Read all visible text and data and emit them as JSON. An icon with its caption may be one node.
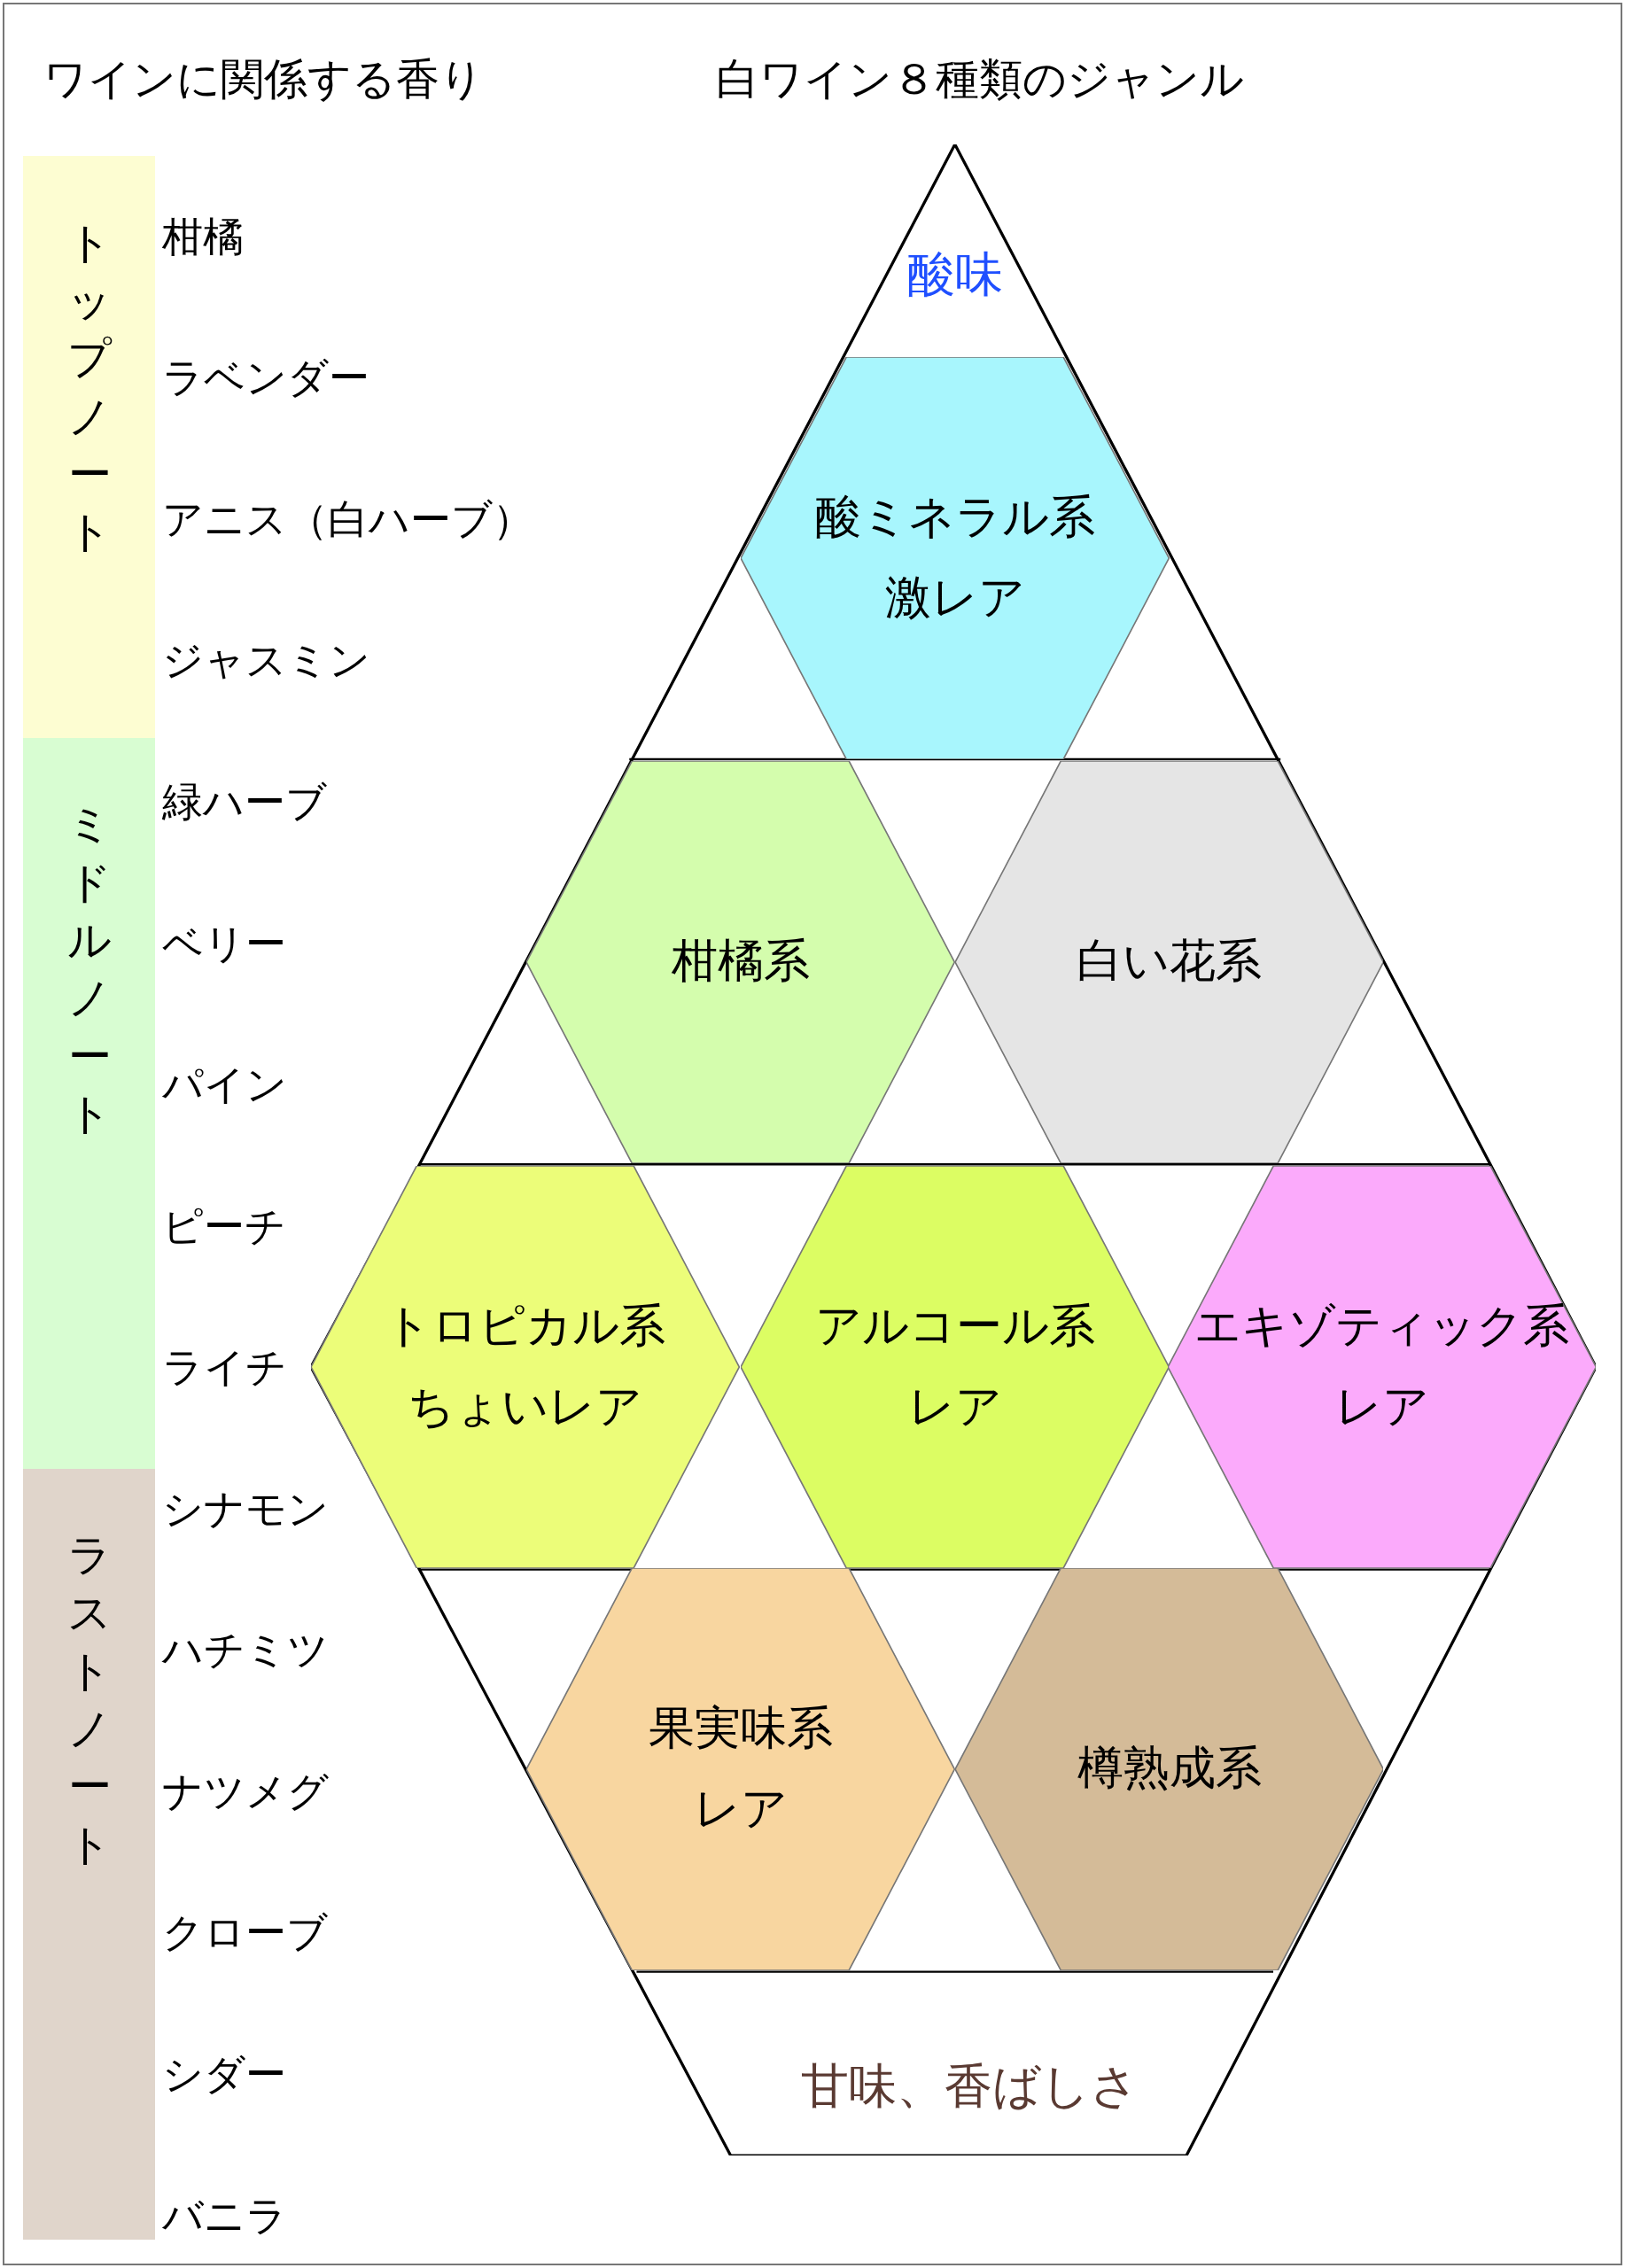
{
  "diagram": {
    "nodes": [
      {
        "text": [
          "トップノート"
        ],
        "beside": [
          "柑橘",
          "ラベンダー",
          "アニス（白ハーブ）",
          "ジャスミン"
        ]
      },
      {
        "text": [
          "ミドルノート"
        ],
        "beside": [
          "緑ハーブ",
          "ベリー",
          "パイン",
          "ピーチ",
          "ライチ"
        ]
      },
      {
        "text": [
          "ラストノート"
        ],
        "beside": [
          "シナモン",
          "ハチミツ",
          "ナツメグ",
          "クローブ",
          "シダー",
          "バニラ"
        ]
      },
      {
        "text": [
          "酸味",
          "甘味、香ばしさ"
        ]
      },
      {
        "text": [
          "酸ミネラル系",
          "激レア"
        ],
        "in": 3
      },
      {
        "text": [
          "柑橘系"
        ],
        "in": 3
      },
      {
        "text": [
          "白い花系"
        ],
        "in": 3
      },
      {
        "text": [
          "トロピカル系",
          "ちょいレア"
        ],
        "in": 3
      },
      {
        "text": [
          "アルコール系",
          "レア"
        ],
        "in": 3
      },
      {
        "text": [
          "エキゾティック系",
          "レア"
        ],
        "in": 3
      },
      {
        "text": [
          "果実味系",
          "レア"
        ],
        "in": 3
      },
      {
        "text": [
          "樽熟成系"
        ],
        "in": 3
      }
    ],
    "edges": [],
    "labels": [
      "ワインに関係する香り",
      "白ワイン８種類のジャンル"
    ]
  }
}
